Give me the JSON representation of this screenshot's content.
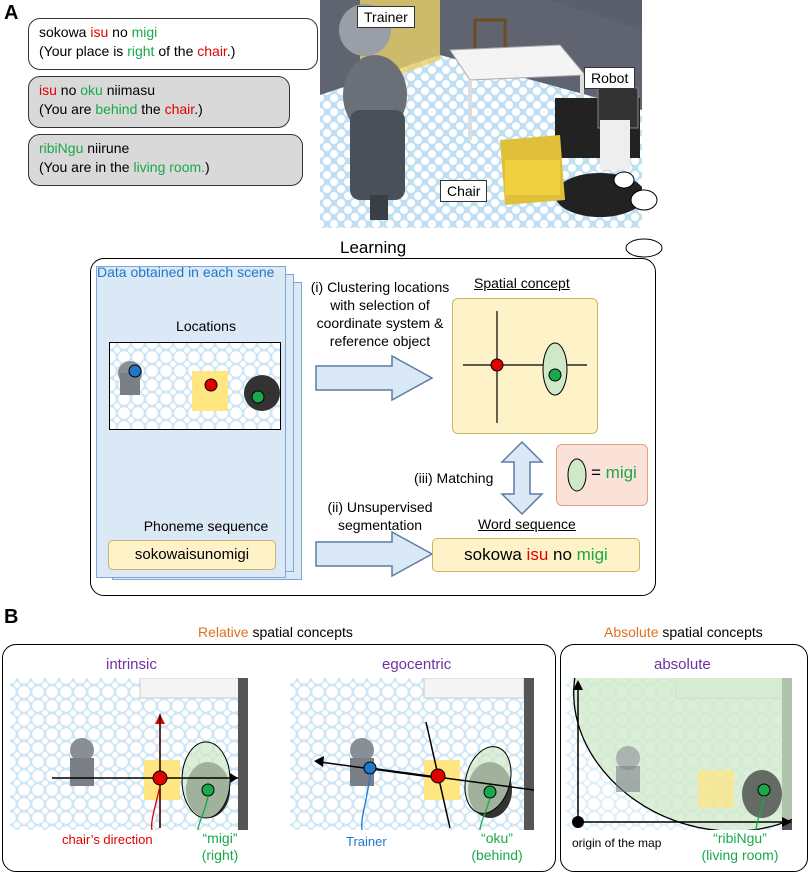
{
  "panel_a": {
    "letter": "A",
    "bubble1": {
      "w1": "sokowa ",
      "w2": "isu",
      "w3": " no ",
      "w4": "migi",
      "l2a": "(Your place is ",
      "l2b": "right",
      "l2c": " of the ",
      "l2d": "chair",
      ".": ".)",
      "end": ".)"
    },
    "bubble2": {
      "w1": "isu",
      "w2": " no ",
      "w3": "oku",
      "w4": " niimasu",
      "l2a": "(You are ",
      "l2b": "behind",
      "l2c": " the ",
      "l2d": "chair",
      "end": ".)"
    },
    "bubble3": {
      "w1": "ribiNgu",
      "w2": " niirune",
      "l2a": "(You are in the ",
      "l2b": "living room.",
      "end": ")"
    },
    "scene_labels": {
      "trainer": "Trainer",
      "robot": "Robot",
      "chair": "Chair"
    },
    "learning_title": "Learning",
    "data_box_title": "Data obtained in each scene",
    "locations_label": "Locations",
    "phoneme_label": "Phoneme sequence",
    "phoneme_value": "sokowaisunomigi",
    "step1": "(i) Clustering locations with selection of coordinate system & reference object",
    "step2": "(ii) Unsupervised segmentation",
    "step3": "(iii) Matching",
    "spatial_concept": "Spatial concept",
    "word_sequence": "Word sequence",
    "word_seq": {
      "w1": "sokowa ",
      "w2": "isu",
      "w3": " no ",
      "w4": "migi"
    },
    "equals_migi": {
      "eq": "= ",
      "word": "migi"
    }
  },
  "panel_b": {
    "letter": "B",
    "relative_title": {
      "a": "Relative",
      "b": " spatial concepts"
    },
    "absolute_title": {
      "a": "Absolute",
      "b": " spatial concepts"
    },
    "sub1": "intrinsic",
    "sub2": "egocentric",
    "sub3": "absolute",
    "chairs_direction": "chair’s direction",
    "migi_label": "“migi”",
    "right_label": "(right)",
    "trainer_label": "Trainer",
    "oku_label": "“oku”",
    "behind_label": "(behind)",
    "origin_label": "origin of the map",
    "ribingu_label": "“ribiNgu”",
    "living_room_label": "(living room)"
  },
  "colors": {
    "red": "#e00000",
    "green": "#1aa84a",
    "blue": "#1f78c8",
    "orange": "#e07020",
    "purple": "#7030a0"
  }
}
